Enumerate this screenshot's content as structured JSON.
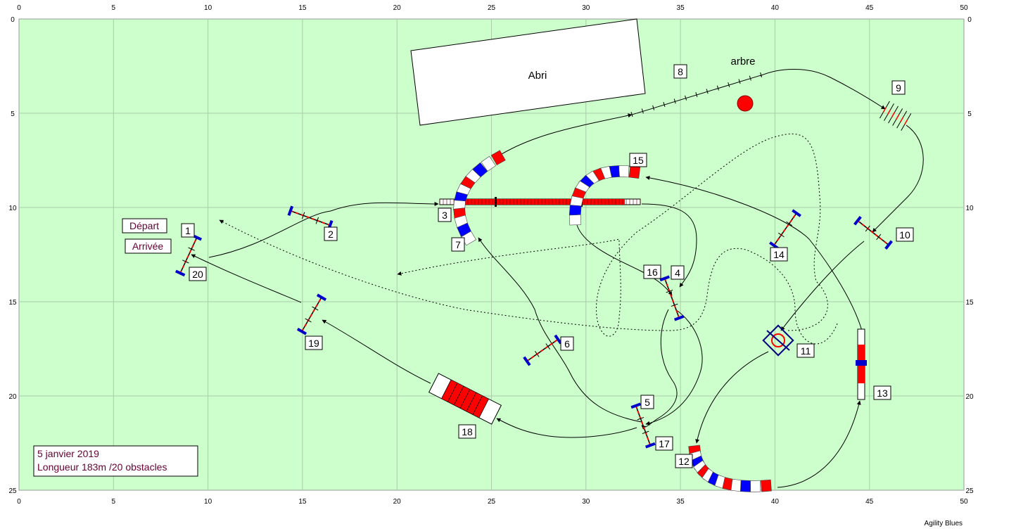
{
  "axis": {
    "x_ticks": [
      "0",
      "5",
      "10",
      "15",
      "20",
      "25",
      "30",
      "35",
      "40",
      "45",
      "50"
    ],
    "y_ticks": [
      "0",
      "5",
      "10",
      "15",
      "20",
      "25"
    ]
  },
  "colors": {
    "field": "#ccffcc",
    "grid": "#a9c9a9",
    "blue": "#0000ff",
    "red": "#ff0000",
    "navy": "#000080",
    "label_text": "#660033"
  },
  "shelter_label": "Abri",
  "tree_label": "arbre",
  "start_label": "Départ",
  "finish_label": "Arrivée",
  "info_box": {
    "date": "5 janvier 2019",
    "length": "Longueur 183m /20 obstacles"
  },
  "brand": "Agility Blues",
  "obstacle_numbers": {
    "n1": "1",
    "n2": "2",
    "n3": "3",
    "n4": "4",
    "n5": "5",
    "n6": "6",
    "n7": "7",
    "n8": "8",
    "n9": "9",
    "n10": "10",
    "n11": "11",
    "n12": "12",
    "n13": "13",
    "n14": "14",
    "n15": "15",
    "n16": "16",
    "n17": "17",
    "n18": "18",
    "n19": "19",
    "n20": "20"
  }
}
